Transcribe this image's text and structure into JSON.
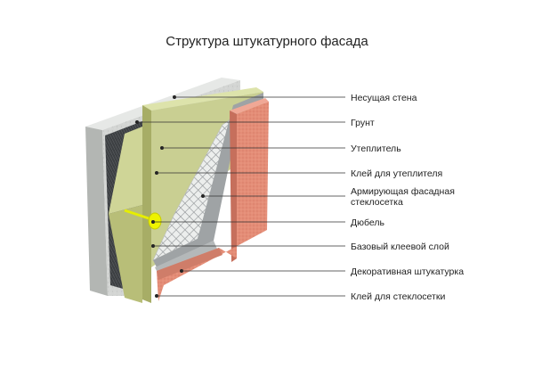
{
  "title": "Структура штукатурного фасада",
  "layers": [
    {
      "label": "Несущая стена",
      "lines": [
        "Несущая стена"
      ]
    },
    {
      "label": "Грунт",
      "lines": [
        "Грунт"
      ]
    },
    {
      "label": "Утеплитель",
      "lines": [
        "Утеплитель"
      ]
    },
    {
      "label": "Клей для утеплителя",
      "lines": [
        "Клей для утеплителя"
      ]
    },
    {
      "label": "Армирующая фасадная стеклосетка",
      "lines": [
        "Армирующая фасадная",
        "стеклосетка"
      ]
    },
    {
      "label": "Дюбель",
      "lines": [
        "Дюбель"
      ]
    },
    {
      "label": "Базовый клеевой слой",
      "lines": [
        "Базовый клеевой слой"
      ]
    },
    {
      "label": "Декоративная штукатурка",
      "lines": [
        "Декоративная штукатурка"
      ]
    },
    {
      "label": "Клей для стеклосетки",
      "lines": [
        "Клей для стеклосетки"
      ]
    }
  ],
  "colors": {
    "wall": "#d6d8d6",
    "wall_dark": "#a9aca9",
    "primer": "#3a3d3f",
    "insulation": "#cdd39a",
    "insulation_side": "#aab06a",
    "mesh": "#f2f2f0",
    "plaster": "#e48d77",
    "plaster_side": "#b76553",
    "dowel": "#e9f000"
  }
}
